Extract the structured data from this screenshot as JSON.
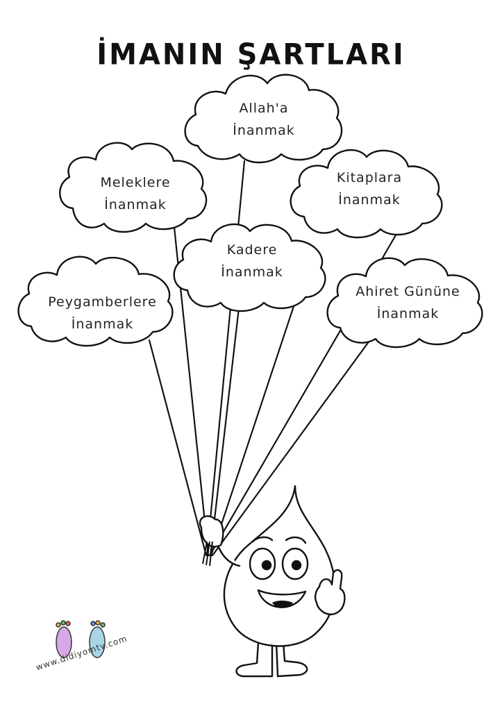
{
  "title": "İMANIN ŞARTLARI",
  "clouds": [
    {
      "id": "allah",
      "line1": "Allah'a",
      "line2": "İnanmak"
    },
    {
      "id": "melekler",
      "line1": "Meleklere",
      "line2": "İnanmak"
    },
    {
      "id": "kitaplar",
      "line1": "Kitaplara",
      "line2": "İnanmak"
    },
    {
      "id": "kader",
      "line1": "Kadere",
      "line2": "İnanmak"
    },
    {
      "id": "peygamberler",
      "line1": "Peygamberlere",
      "line2": "İnanmak"
    },
    {
      "id": "ahiret",
      "line1": "Ahiret Gününe",
      "line2": "İnanmak"
    }
  ],
  "watermark": "www.didiyomtv.com"
}
